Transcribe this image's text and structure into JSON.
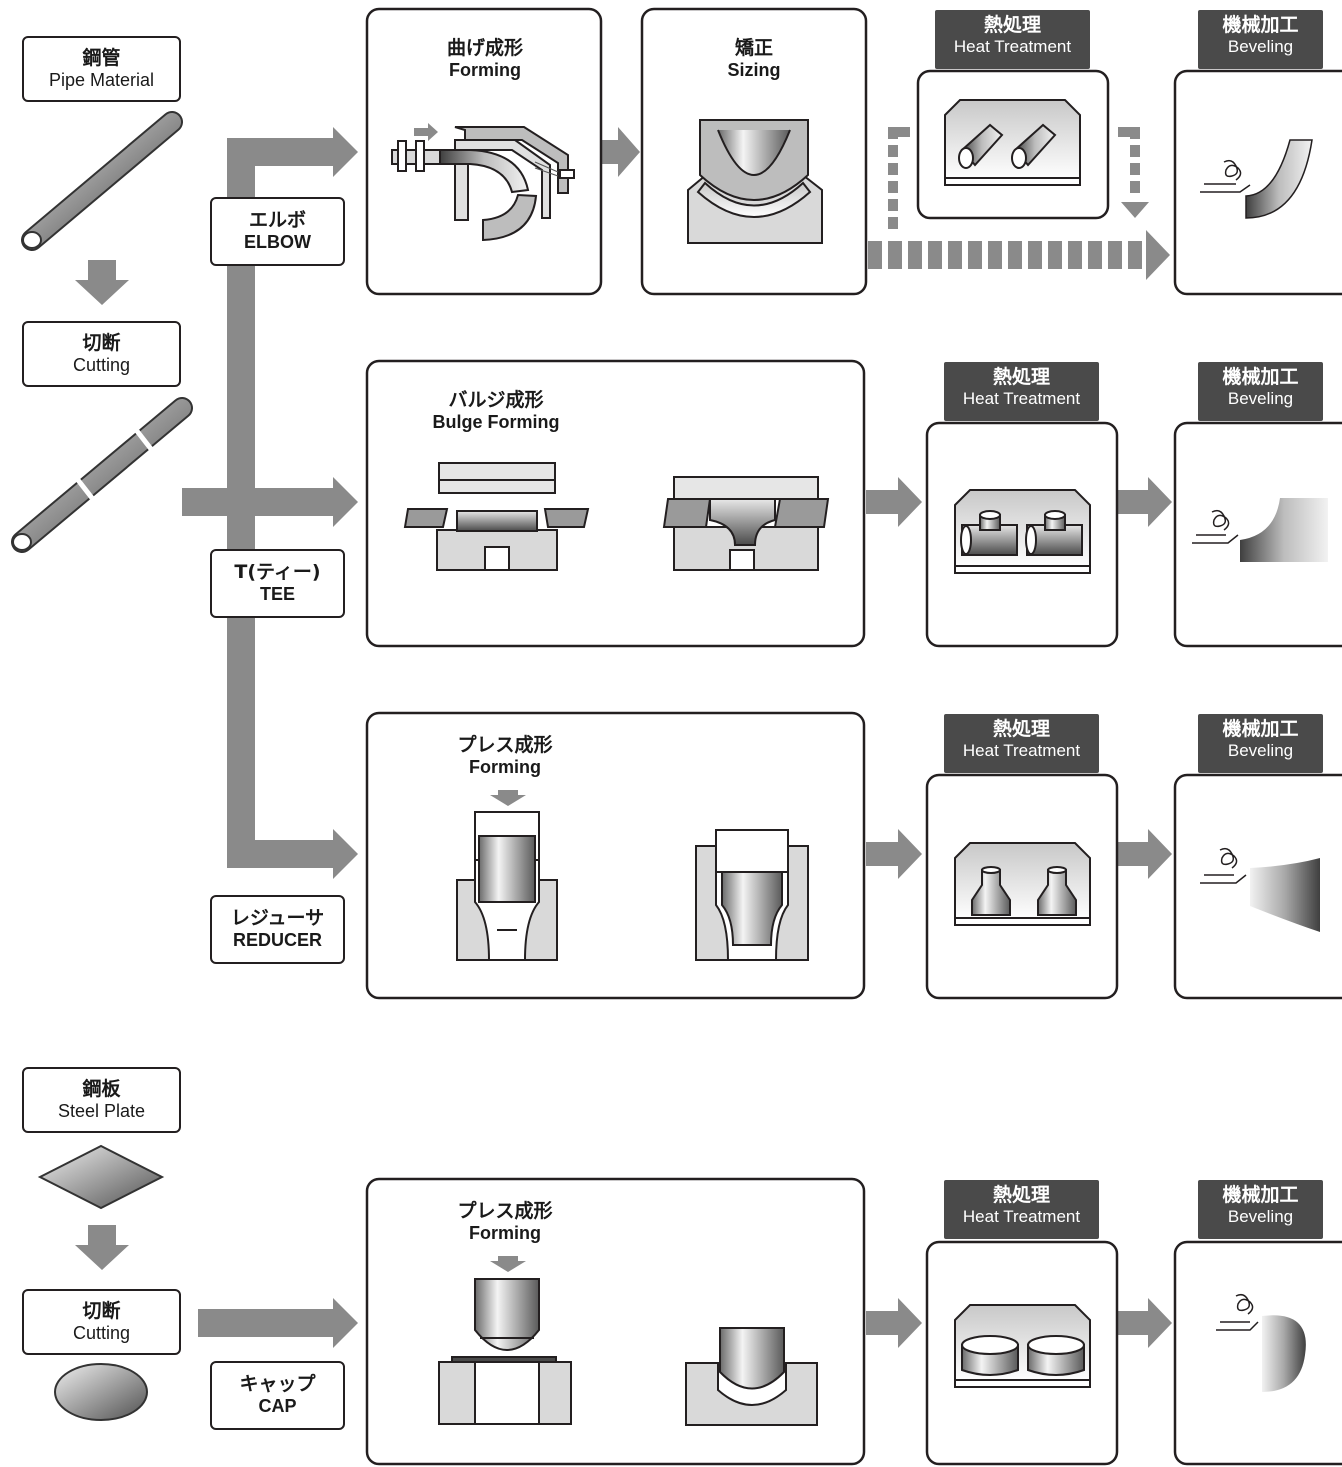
{
  "materials": {
    "pipe": {
      "jp": "鋼管",
      "en": "Pipe Material"
    },
    "pipe_cutting": {
      "jp": "切断",
      "en": "Cutting"
    },
    "plate": {
      "jp": "鋼板",
      "en": "Steel Plate"
    },
    "plate_cutting": {
      "jp": "切断",
      "en": "Cutting"
    }
  },
  "fittings": {
    "elbow": {
      "jp": "エルボ",
      "en": "ELBOW"
    },
    "tee": {
      "jp": "T(ティー)",
      "en": "TEE"
    },
    "reducer": {
      "jp": "レジューサ",
      "en": "REDUCER"
    },
    "cap": {
      "jp": "キャップ",
      "en": "CAP"
    }
  },
  "stages": {
    "elbow_forming": {
      "jp": "曲げ成形",
      "en": "Forming"
    },
    "elbow_sizing": {
      "jp": "矯正",
      "en": "Sizing"
    },
    "tee_forming": {
      "jp": "バルジ成形",
      "en": "Bulge Forming"
    },
    "reducer_forming": {
      "jp": "プレス成形",
      "en": "Forming"
    },
    "cap_forming": {
      "jp": "プレス成形",
      "en": "Forming"
    },
    "heat_treatment": {
      "jp": "熱処理",
      "en": "Heat Treatment"
    },
    "beveling": {
      "jp": "機械加工",
      "en": "Beveling"
    }
  },
  "colors": {
    "arrow": "#8a8a8a",
    "stroke": "#231f20",
    "header": "#4a4a4a",
    "die": "#d9d9d9",
    "metal_dark": "#4d4d4d",
    "metal_light": "#f0f0f0"
  }
}
